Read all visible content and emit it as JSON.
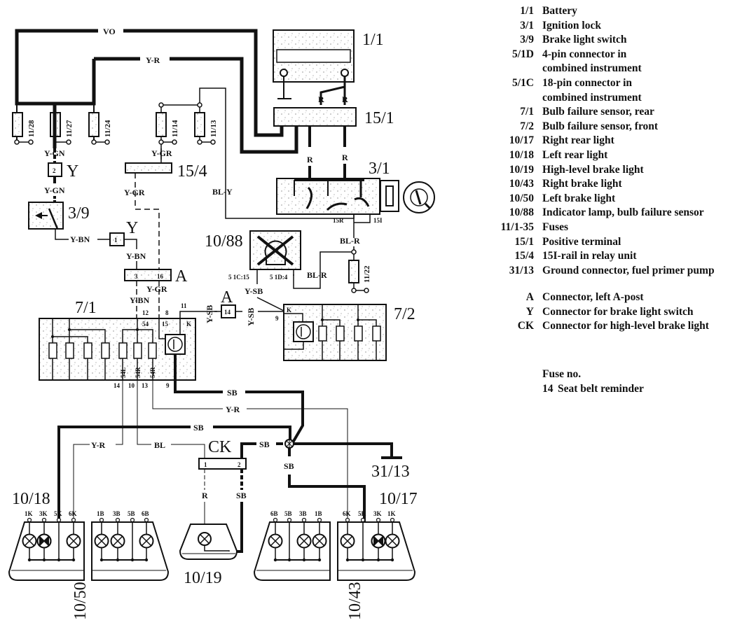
{
  "diagram": {
    "wires": {
      "vo": "VO",
      "y_r_top": "Y-R",
      "y_gn_1": "Y-GN",
      "y_gn_2": "Y-GN",
      "y_gr_1": "Y-GR",
      "y_gr_2": "Y-GR",
      "y_gr_3": "Y-GR",
      "y_bn_1": "Y-BN",
      "y_bn_2": "Y-BN",
      "y_bn_3": "Y-BN",
      "bl_y": "BL-Y",
      "bl_r_1": "BL-R",
      "bl_r_2": "BL-R",
      "r_1": "R",
      "r_2": "R",
      "r_3": "R",
      "r_4": "R",
      "r_ck": "R",
      "y_sb_1": "Y-SB",
      "y_sb_2": "Y-SB",
      "y_sb_3": "Y-SB",
      "sb_1": "SB",
      "sb_2": "SB",
      "sb_3": "SB",
      "sb_4": "SB",
      "sb_ck": "SB",
      "y_r_mid": "Y-R",
      "y_r_left": "Y-R",
      "bl": "BL"
    },
    "fuses": [
      "11/28",
      "11/27",
      "11/24",
      "11/14",
      "11/13",
      "11/22"
    ],
    "components": {
      "battery": "1/1",
      "positive_terminal": "15/1",
      "ignition_lock": "3/1",
      "relay_rail": "15/4",
      "brake_switch": "3/9",
      "connector_y": "Y",
      "connector_y_pin2": "2",
      "connector_y_pin1": "1",
      "connector_a": "A",
      "connector_a_pins": [
        "3",
        "16"
      ],
      "connector_a2": "A",
      "connector_a2_pin": "14",
      "indicator_lamp": "10/88",
      "sensor_rear": "7/1",
      "sensor_front": "7/2",
      "connector_ck": "CK",
      "connector_ck_pins": [
        "1",
        "2"
      ],
      "ground": "31/13",
      "left_rear_light": "10/18",
      "right_rear_light": "10/17",
      "high_brake_light": "10/19",
      "left_brake_light": "10/50",
      "right_brake_light": "10/43"
    },
    "pins": {
      "ign_15r": "15R",
      "ign_15i": "15I",
      "ind_5_1c": "5 1C:15",
      "ind_5_1d": "5 1D:4",
      "s71_12": "12",
      "s71_8": "8",
      "s71_11": "11",
      "s71_54": "54",
      "s71_15": "15",
      "s71_k": "K",
      "s71_54l": "54L",
      "s71_54r1": "54R",
      "s71_54r2": "54R",
      "s71_14": "14",
      "s71_10": "10",
      "s71_13": "13",
      "s71_9": "9",
      "s72_k": "K",
      "s72_9": "9",
      "l1018": [
        "1K",
        "3K",
        "5K",
        "6K"
      ],
      "l1050": [
        "1B",
        "3B",
        "5B",
        "6B"
      ],
      "l1043": [
        "6B",
        "5B",
        "3B",
        "1B"
      ],
      "l1017": [
        "6K",
        "5K",
        "3K",
        "1K"
      ]
    }
  },
  "legend": {
    "components": [
      {
        "code": "1/1",
        "desc": "Battery"
      },
      {
        "code": "3/1",
        "desc": "Ignition lock"
      },
      {
        "code": "3/9",
        "desc": "Brake light switch"
      },
      {
        "code": "5/1D",
        "desc": "4-pin connector in"
      },
      {
        "code": "",
        "desc": "combined instrument"
      },
      {
        "code": "5/1C",
        "desc": "18-pin connector in"
      },
      {
        "code": "",
        "desc": "combined instrument"
      },
      {
        "code": "7/1",
        "desc": "Bulb failure sensor, rear"
      },
      {
        "code": "7/2",
        "desc": "Bulb failure sensor, front"
      },
      {
        "code": "10/17",
        "desc": "Right rear light"
      },
      {
        "code": "10/18",
        "desc": "Left rear light"
      },
      {
        "code": "10/19",
        "desc": "High-level brake light"
      },
      {
        "code": "10/43",
        "desc": "Right brake light"
      },
      {
        "code": "10/50",
        "desc": "Left brake light"
      },
      {
        "code": "10/88",
        "desc": "Indicator lamp, bulb failure sensor"
      },
      {
        "code": "11/1-35",
        "desc": "Fuses"
      },
      {
        "code": "15/1",
        "desc": "Positive terminal"
      },
      {
        "code": "15/4",
        "desc": "15I-rail in relay unit"
      },
      {
        "code": "31/13",
        "desc": "Ground connector, fuel primer pump"
      }
    ],
    "connectors": [
      {
        "code": "A",
        "desc": "Connector, left A-post"
      },
      {
        "code": "Y",
        "desc": "Connector for brake light switch"
      },
      {
        "code": "CK",
        "desc": "Connector for high-level brake light"
      }
    ],
    "fuse_title": "Fuse no.",
    "fuses": [
      {
        "no": "14",
        "desc": "Seat belt reminder"
      }
    ]
  }
}
